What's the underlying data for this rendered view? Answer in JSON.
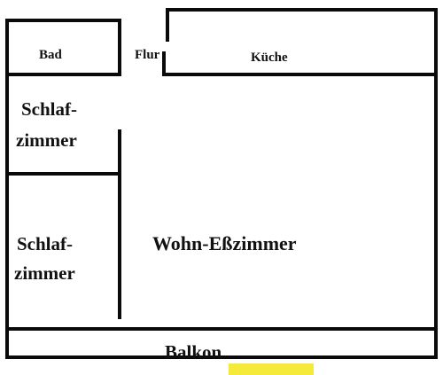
{
  "rooms": {
    "bad": "Bad",
    "flur": "Flur",
    "kueche": "Küche",
    "schlafzimmer_1": {
      "line1": "Schlaf-",
      "line2": "zimmer"
    },
    "schlafzimmer_2": {
      "line1": "Schlaf-",
      "line2": "zimmer"
    },
    "wohn_esszimmer": "Wohn-Eßzimmer",
    "balkon": "Balkon"
  },
  "colors": {
    "wall": "#0a0a0a",
    "text": "#111111",
    "background": "#ffffff",
    "highlight": "#f5ea3a"
  }
}
